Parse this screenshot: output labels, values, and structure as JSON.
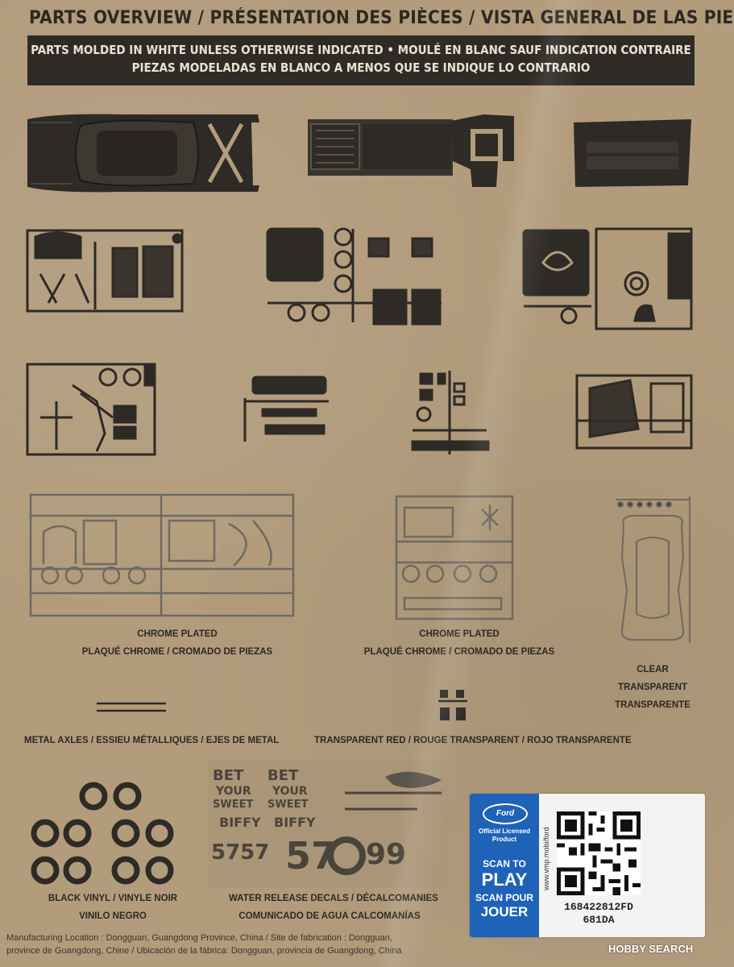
{
  "header": {
    "title": "PARTS OVERVIEW / PRÉSENTATION DES PIÈCES / VISTA GENERAL DE LAS PIEZAS",
    "banner_line1": "PARTS MOLDED IN WHITE UNLESS OTHERWISE INDICATED • MOULÉ EN BLANC SAUF INDICATION CONTRAIRE",
    "banner_line2": "PIEZAS MODELADAS EN BLANCO A MENOS QUE SE INDIQUE LO CONTRARIO"
  },
  "captions": {
    "chrome_a_line1": "CHROME PLATED",
    "chrome_a_line2": "PLAQUÉ CHROME / CROMADO DE PIEZAS",
    "chrome_b_line1": "CHROME PLATED",
    "chrome_b_line2": "PLAQUÉ CHROME / CROMADO DE PIEZAS",
    "clear_line1": "CLEAR",
    "clear_line2": "TRANSPARENT",
    "clear_line3": "TRANSPARENTE",
    "metal_axles": "METAL AXLES / ESSIEU MÉTALLIQUES / EJES DE METAL",
    "transparent_red": "TRANSPARENT RED / ROUGE TRANSPARENT / ROJO TRANSPARENTE",
    "vinyl_line1": "BLACK VINYL / VINYLE NOIR",
    "vinyl_line2": "VINILO NEGRO",
    "decals_line1": "WATER RELEASE DECALS / DÉCALCOMANIES",
    "decals_line2": "COMUNICADO DE AGUA CALCOMANÍAS"
  },
  "decals": {
    "bet": "BET",
    "your": "YOUR",
    "sweet": "SWEET",
    "biffy": "BIFFY",
    "num_small": "5757",
    "num_large": "57",
    "num_99": "99"
  },
  "footer": {
    "line1": "Manufacturing Location : Dongguan, Guangdong Province, China / Site de fabrication : Dongguan,",
    "line2": "province de Guangdong, Chine / Ubicación de la fábrica: Dongguan, provincia de Guangdong, China"
  },
  "sticker": {
    "brand": "Ford",
    "licensed": "Official Licensed Product",
    "scan_to": "SCAN TO",
    "play": "PLAY",
    "scan_pour": "SCAN POUR",
    "jouer": "JOUER",
    "url": "www.vmp.mobi/ford",
    "code_line1": "168422812FD",
    "code_line2": "681DA"
  },
  "watermark": "HOBBY SEARCH",
  "colors": {
    "cardboard": "#b29c7c",
    "ink": "#2e2a26",
    "chrome_ink": "#6e6a62",
    "ford_blue": "#1e63b8"
  }
}
